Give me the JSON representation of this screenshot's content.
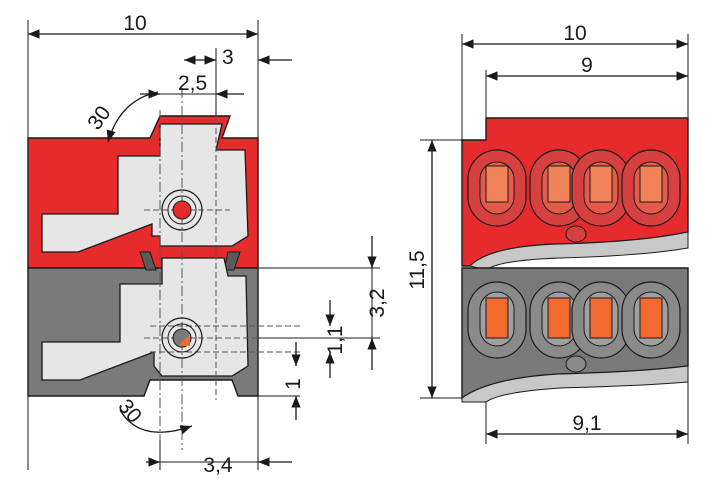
{
  "drawing": {
    "left_view": {
      "width_total": "10",
      "offset_right": "3",
      "slot_width": "2,5",
      "angle_top": "30",
      "height_step": "3,2",
      "hole_offset": "1,1",
      "lower_step": "1",
      "angle_bottom": "30",
      "bottom_offset": "3,4"
    },
    "right_view": {
      "width_total": "10",
      "width_top": "9",
      "height_total": "11,5",
      "width_bottom": "9,1"
    },
    "colors": {
      "red_body": "#e52b2b",
      "grey_body": "#7a7a7a",
      "insert": "#e6e6e6",
      "button_orange": "#f26a2e",
      "outline": "#1a1a1a"
    }
  }
}
